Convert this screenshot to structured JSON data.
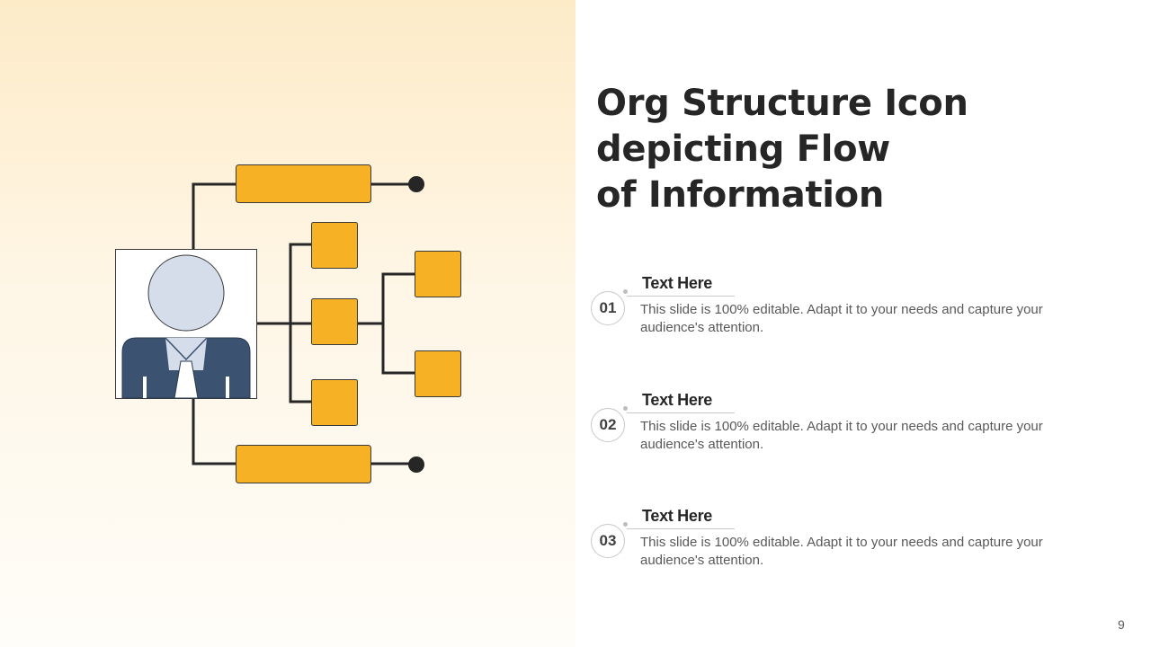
{
  "slide": {
    "title_lines": [
      "Org Structure Icon",
      "depicting Flow",
      "of Information"
    ],
    "page_number": "9"
  },
  "items": [
    {
      "number": "01",
      "heading": "Text Here",
      "body": "This slide is 100% editable. Adapt it to your needs and capture your audience's attention."
    },
    {
      "number": "02",
      "heading": "Text Here",
      "body": "This slide is 100% editable. Adapt it to your needs and capture your audience's attention."
    },
    {
      "number": "03",
      "heading": "Text Here",
      "body": "This slide is 100% editable. Adapt it to your needs and capture your audience's attention."
    }
  ],
  "colors": {
    "accent": "#f7b124",
    "line": "#262626",
    "suit": "#3b5270",
    "head": "#d4dde9",
    "panel_top": "#fdebc8"
  }
}
